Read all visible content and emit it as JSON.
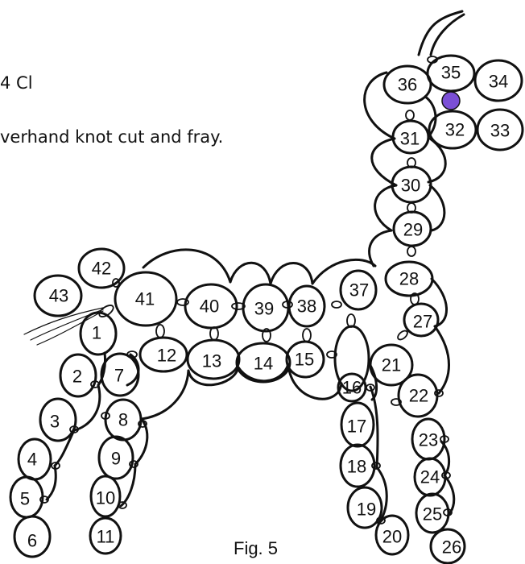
{
  "instructions": {
    "line1": "4 Cl",
    "line2": "verhand knot cut and fray."
  },
  "caption": "Fig. 5",
  "colors": {
    "ink": "#111111",
    "bead": "#7b4fd6"
  },
  "rings": {
    "r1": "1",
    "r2": "2",
    "r3": "3",
    "r4": "4",
    "r5": "5",
    "r6": "6",
    "r7": "7",
    "r8": "8",
    "r9": "9",
    "r10": "10",
    "r11": "11",
    "r12": "12",
    "r13": "13",
    "r14": "14",
    "r15": "15",
    "r16": "16",
    "r17": "17",
    "r18": "18",
    "r19": "19",
    "r20": "20",
    "r21": "21",
    "r22": "22",
    "r23": "23",
    "r24": "24",
    "r25": "25",
    "r26": "26",
    "r27": "27",
    "r28": "28",
    "r29": "29",
    "r30": "30",
    "r31": "31",
    "r32": "32",
    "r33": "33",
    "r34": "34",
    "r35": "35",
    "r36": "36",
    "r37": "37",
    "r38": "38",
    "r39": "39",
    "r40": "40",
    "r41": "41",
    "r42": "42",
    "r43": "43"
  }
}
